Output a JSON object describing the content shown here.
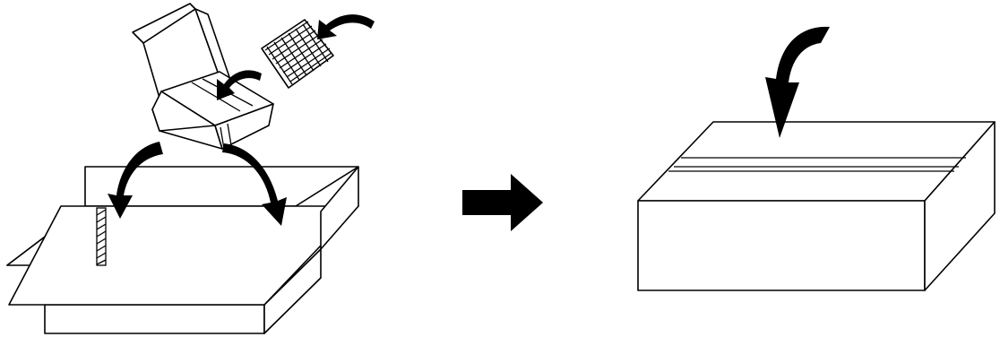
{
  "diagram": {
    "panels": [
      {
        "id": "before",
        "steps": [
          "insert-inner-box",
          "place-into-open-carton",
          "add-padding-insert"
        ]
      },
      {
        "id": "after",
        "steps": [
          "close-and-tape-carton"
        ]
      }
    ],
    "colors": {
      "ink": "#000000",
      "fill": "#ffffff"
    },
    "icons": [
      "curved-arrow-icon",
      "right-arrow-icon"
    ]
  }
}
